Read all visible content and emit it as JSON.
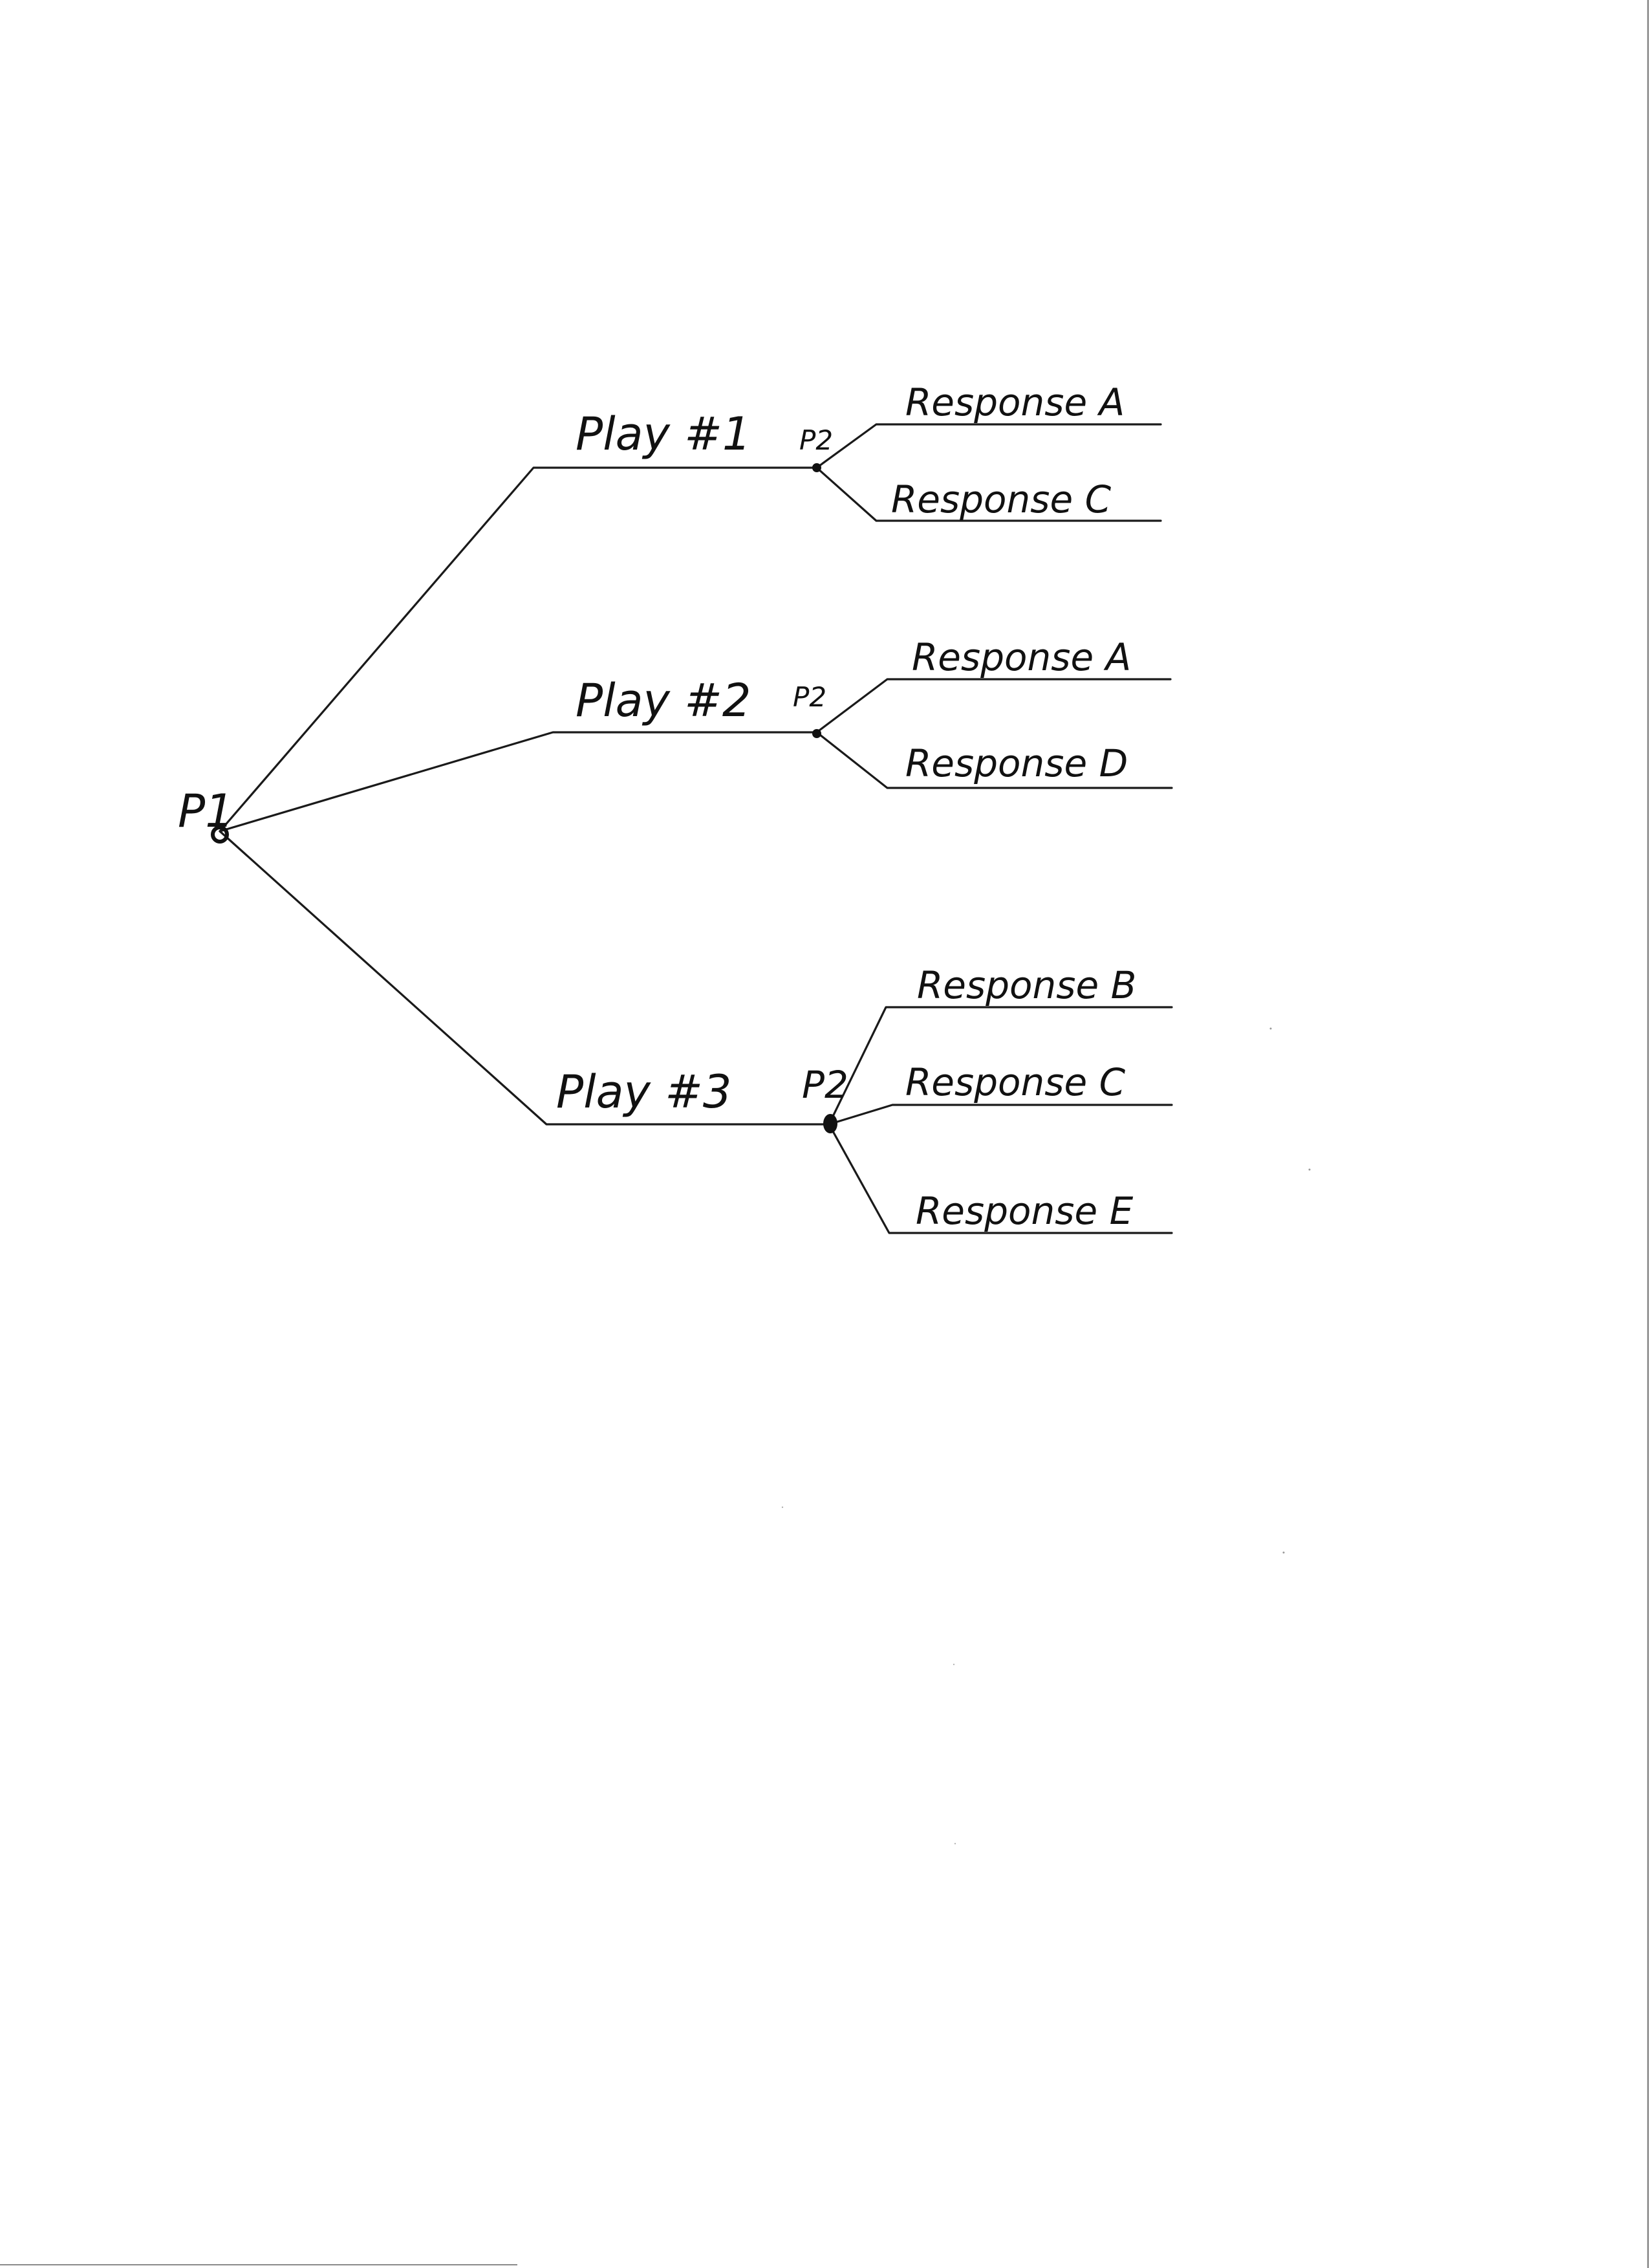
{
  "tree": {
    "root": {
      "label": "P1"
    },
    "plays": [
      {
        "label": "Play #1",
        "node_label": "P2",
        "responses": [
          "Response A",
          "Response C"
        ]
      },
      {
        "label": "Play #2",
        "node_label": "P2",
        "responses": [
          "Response A",
          "Response D"
        ]
      },
      {
        "label": "Play #3",
        "node_label": "P2",
        "responses": [
          "Response B",
          "Response C",
          "Response E"
        ]
      }
    ]
  },
  "colors": {
    "ink": "#111111",
    "paper": "#ffffff"
  }
}
